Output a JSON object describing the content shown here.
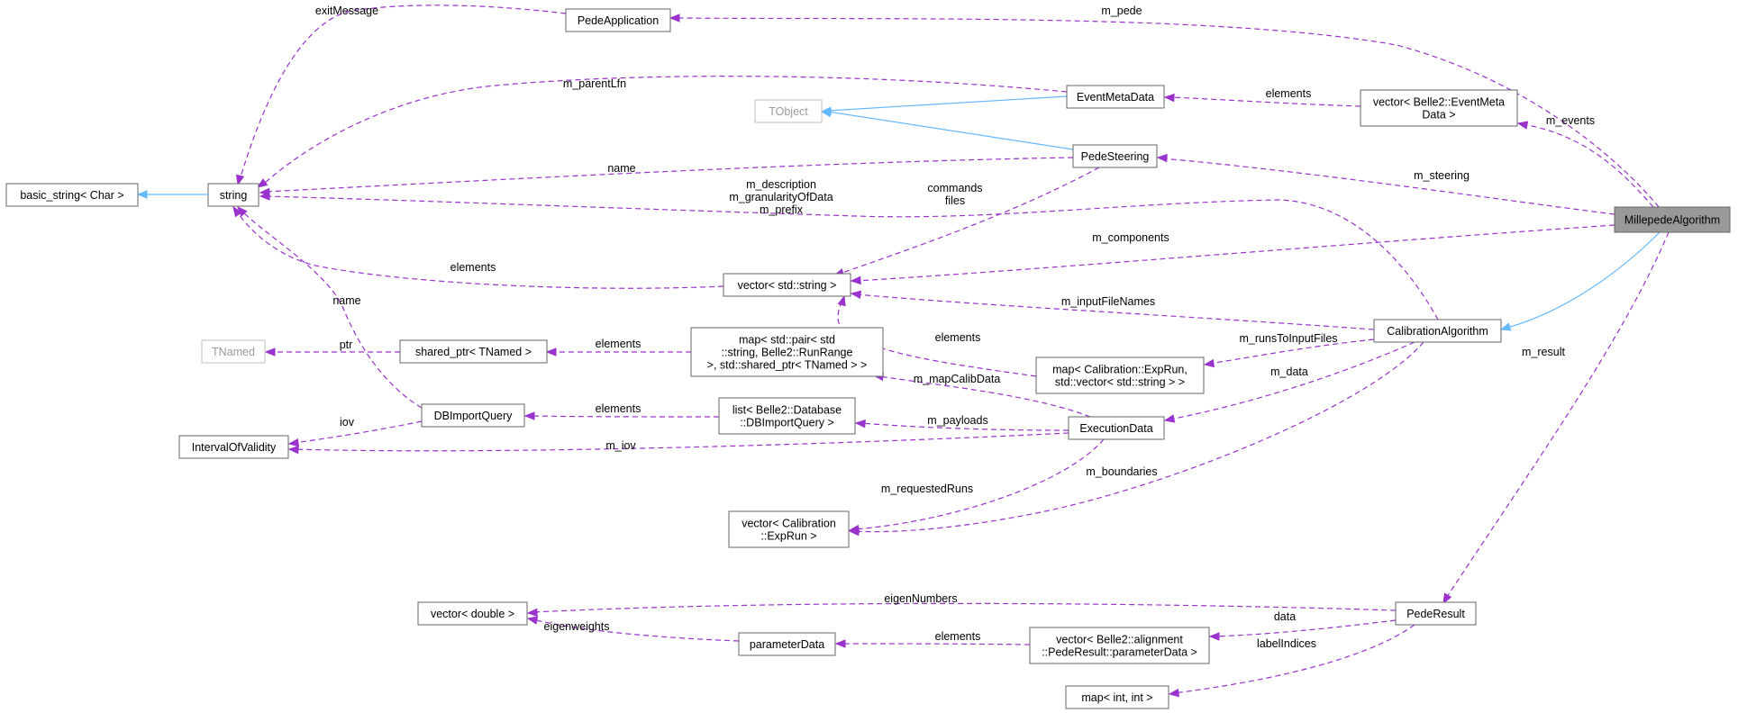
{
  "diagram": {
    "nodes": {
      "millepede": {
        "lines": [
          "MillepedeAlgorithm"
        ]
      },
      "pedeApplication": {
        "lines": [
          "PedeApplication"
        ]
      },
      "eventMetaData": {
        "lines": [
          "EventMetaData"
        ]
      },
      "vecEventMetaData": {
        "lines": [
          "vector< Belle2::EventMeta",
          "Data >"
        ]
      },
      "tobject": {
        "lines": [
          "TObject"
        ]
      },
      "pedeSteering": {
        "lines": [
          "PedeSteering"
        ]
      },
      "basicString": {
        "lines": [
          "basic_string< Char >"
        ]
      },
      "string": {
        "lines": [
          "string"
        ]
      },
      "vecString": {
        "lines": [
          "vector< std::string >"
        ]
      },
      "calibrationAlgorithm": {
        "lines": [
          "CalibrationAlgorithm"
        ]
      },
      "tnamed": {
        "lines": [
          "TNamed"
        ]
      },
      "sharedPtr": {
        "lines": [
          "shared_ptr< TNamed >"
        ]
      },
      "mapPair": {
        "lines": [
          "map< std::pair< std",
          "::string, Belle2::RunRange",
          " >, std::shared_ptr< TNamed > >"
        ]
      },
      "mapExpRun": {
        "lines": [
          "map< Calibration::ExpRun,",
          "std::vector< std::string > >"
        ]
      },
      "dbImportQuery": {
        "lines": [
          "DBImportQuery"
        ]
      },
      "listDb": {
        "lines": [
          "list< Belle2::Database",
          "::DBImportQuery >"
        ]
      },
      "executionData": {
        "lines": [
          "ExecutionData"
        ]
      },
      "iov": {
        "lines": [
          "IntervalOfValidity"
        ]
      },
      "vecExpRun": {
        "lines": [
          "vector< Calibration",
          "::ExpRun >"
        ]
      },
      "vecDouble": {
        "lines": [
          "vector< double >"
        ]
      },
      "pedeResult": {
        "lines": [
          "PedeResult"
        ]
      },
      "parameterData": {
        "lines": [
          "parameterData"
        ]
      },
      "vecParamData": {
        "lines": [
          "vector< Belle2::alignment",
          "::PedeResult::parameterData >"
        ]
      },
      "mapIntInt": {
        "lines": [
          "map< int, int >"
        ]
      }
    },
    "edges": [
      {
        "id": "e-pede",
        "kind": "use",
        "labels": [
          "m_pede"
        ]
      },
      {
        "id": "e-exitMessage",
        "kind": "use",
        "labels": [
          "exitMessage"
        ]
      },
      {
        "id": "e-parentLfn",
        "kind": "use",
        "labels": [
          "m_parentLfn"
        ]
      },
      {
        "id": "e-evtmd-elements",
        "kind": "use",
        "labels": [
          "elements"
        ]
      },
      {
        "id": "e-events",
        "kind": "use",
        "labels": [
          "m_events"
        ]
      },
      {
        "id": "e-evtmd-tobject",
        "kind": "inherit",
        "labels": []
      },
      {
        "id": "e-steer-tobject",
        "kind": "inherit",
        "labels": []
      },
      {
        "id": "e-steering",
        "kind": "use",
        "labels": [
          "m_steering"
        ]
      },
      {
        "id": "e-name",
        "kind": "use",
        "labels": [
          "name"
        ]
      },
      {
        "id": "e-basic",
        "kind": "inherit",
        "labels": []
      },
      {
        "id": "e-calib-strings",
        "kind": "use",
        "labels": [
          "m_description",
          "m_granularityOfData",
          "m_prefix"
        ]
      },
      {
        "id": "e-commands",
        "kind": "use",
        "labels": [
          "commands",
          "files"
        ]
      },
      {
        "id": "e-vecstr-elements",
        "kind": "use",
        "labels": [
          "elements"
        ]
      },
      {
        "id": "e-components",
        "kind": "use",
        "labels": [
          "m_components"
        ]
      },
      {
        "id": "e-calib-inherit",
        "kind": "inherit",
        "labels": []
      },
      {
        "id": "e-inputFileNames",
        "kind": "use",
        "labels": [
          "m_inputFileNames"
        ]
      },
      {
        "id": "e-map-elements",
        "kind": "use",
        "labels": [
          "elements"
        ]
      },
      {
        "id": "e-runsToInputFiles",
        "kind": "use",
        "labels": [
          "m_runsToInputFiles"
        ]
      },
      {
        "id": "e-data",
        "kind": "use",
        "labels": [
          "m_data"
        ]
      },
      {
        "id": "e-ptr",
        "kind": "use",
        "labels": [
          "ptr"
        ]
      },
      {
        "id": "e-shared-elements",
        "kind": "use",
        "labels": [
          "elements"
        ]
      },
      {
        "id": "e-dbq-name",
        "kind": "use",
        "labels": [
          "name"
        ]
      },
      {
        "id": "e-mapCalibData",
        "kind": "use",
        "labels": [
          "m_mapCalibData"
        ]
      },
      {
        "id": "e-list-elements",
        "kind": "use",
        "labels": [
          "elements"
        ]
      },
      {
        "id": "e-payloads",
        "kind": "use",
        "labels": [
          "m_payloads"
        ]
      },
      {
        "id": "e-iov",
        "kind": "use",
        "labels": [
          "iov"
        ]
      },
      {
        "id": "e-m-iov",
        "kind": "use",
        "labels": [
          "m_iov"
        ]
      },
      {
        "id": "e-requestedRuns",
        "kind": "use",
        "labels": [
          "m_requestedRuns"
        ]
      },
      {
        "id": "e-boundaries",
        "kind": "use",
        "labels": [
          "m_boundaries"
        ]
      },
      {
        "id": "e-result",
        "kind": "use",
        "labels": [
          "m_result"
        ]
      },
      {
        "id": "e-eigenNumbers",
        "kind": "use",
        "labels": [
          "eigenNumbers"
        ]
      },
      {
        "id": "e-eigenweights",
        "kind": "use",
        "labels": [
          "eigenweights"
        ]
      },
      {
        "id": "e-pd-elements",
        "kind": "use",
        "labels": [
          "elements"
        ]
      },
      {
        "id": "e-pr-data",
        "kind": "use",
        "labels": [
          "data"
        ]
      },
      {
        "id": "e-labelIndices",
        "kind": "use",
        "labels": [
          "labelIndices"
        ]
      }
    ]
  }
}
